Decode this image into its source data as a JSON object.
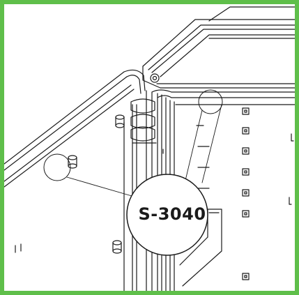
{
  "callout": {
    "label": "S-3040"
  },
  "colors": {
    "frame": "#5fbf4a",
    "line": "#1a1a1a",
    "background": "#ffffff"
  },
  "icons": [
    "hinge-part",
    "door-stud",
    "mounting-clip"
  ]
}
